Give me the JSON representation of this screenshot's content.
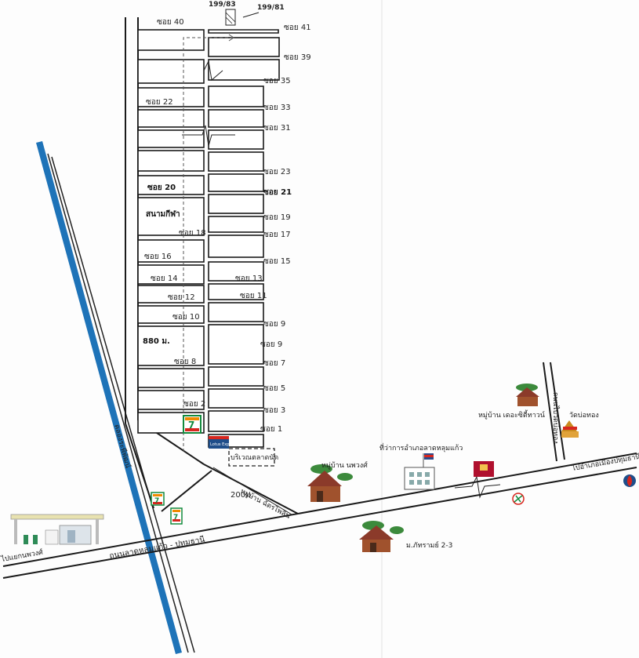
{
  "addresses": {
    "house_a": "199/83",
    "house_b": "199/81"
  },
  "left_lanes": [
    {
      "label": "ซอย 40"
    },
    {
      "label": "ซอย 22"
    },
    {
      "label": "ซอย 20"
    },
    {
      "label": "ซอย 18"
    },
    {
      "label": "ซอย 16"
    },
    {
      "label": "ซอย 14"
    },
    {
      "label": "ซอย 12"
    },
    {
      "label": "ซอย 10"
    },
    {
      "label": "ซอย 8"
    },
    {
      "label": "ซอย 2"
    }
  ],
  "right_lanes": [
    {
      "label": "ซอย 41"
    },
    {
      "label": "ซอย 39"
    },
    {
      "label": "ซอย 35"
    },
    {
      "label": "ซอย 33"
    },
    {
      "label": "ซอย 31"
    },
    {
      "label": "ซอย 23"
    },
    {
      "label": "ซอย 21"
    },
    {
      "label": "ซอย 19"
    },
    {
      "label": "ซอย 17"
    },
    {
      "label": "ซอย 15"
    },
    {
      "label": "ซอย 13"
    },
    {
      "label": "ซอย 11"
    },
    {
      "label": "ซอย 9"
    },
    {
      "label": "ซอย 9"
    },
    {
      "label": "ซอย 7"
    },
    {
      "label": "ซอย 5"
    },
    {
      "label": "ซอย 3"
    },
    {
      "label": "ซอย 1"
    }
  ],
  "landmarks": {
    "sports_field": "สนามกีฬา",
    "distance_880": "880 ม.",
    "distance_200": "200ม.",
    "market_area": "บริเวณตลาดนัด",
    "village_chatchawan": "หมู่บ้าน ฉัตรไพลิน",
    "village_nopphawong": "หมู่บ้าน นพวงศ์",
    "district_office": "ที่ว่าการอำเภอลาดหลุมแก้ว",
    "village_city": "หมู่บ้าน เดอะซิตี้ทาวน์",
    "temple": "วัดบ่อทอง",
    "village_phattharamai": "ม.ภัทรามย์ 2-3",
    "seven_eleven": "7-ELEVEn",
    "lotus_express": "Lotus Express"
  },
  "roads": {
    "main_road": "ถนนลาดหลุมแก้ว - ปทุมธานี",
    "to_wat_road": "ถนนไปวัดบ่อทอง",
    "canal": "คลองระพีพัฒน์",
    "to_left": "ไปแยกนพวงศ์",
    "to_right": "ไปอำเภอเมืองปทุมธานี"
  },
  "colors": {
    "canal": "#1e73b8",
    "bank": "#c8102e",
    "lotus": "#1f4e8a",
    "seven_green": "#138a3d",
    "seven_orange": "#f08a00",
    "seven_red": "#d7261e"
  },
  "icons": [
    "gas-station-icon",
    "house-icon",
    "government-building-icon",
    "temple-icon",
    "bank-icon",
    "kasikorn-bank-icon",
    "ptt-station-icon",
    "seven-eleven-icon",
    "lotus-express-icon",
    "target-house-icon"
  ]
}
